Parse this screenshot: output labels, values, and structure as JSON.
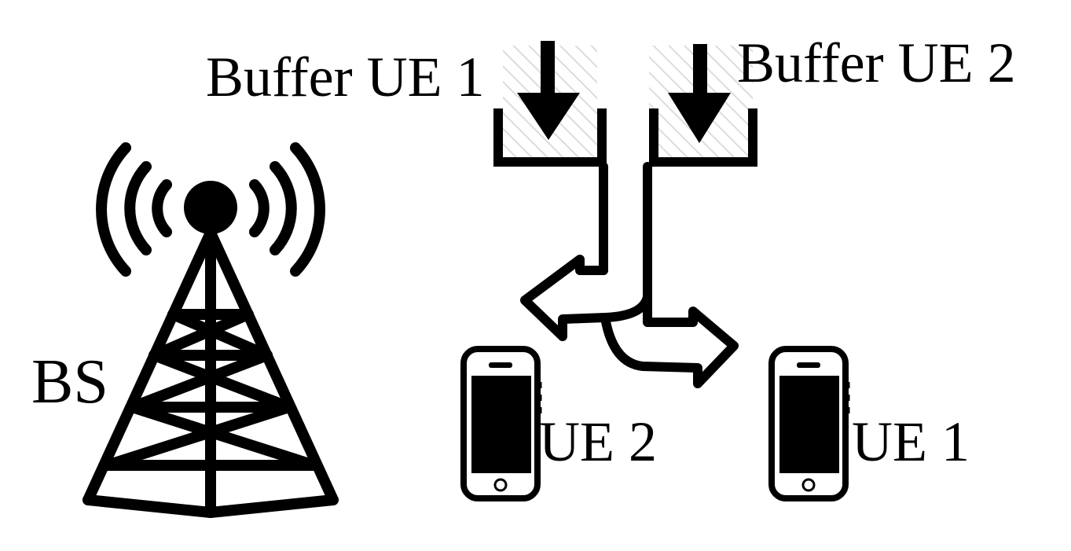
{
  "labels": {
    "bs": "BS",
    "buffer_ue1": "Buffer UE 1",
    "buffer_ue2": "Buffer UE 2",
    "ue2": "UE 2",
    "ue1": "UE 1"
  },
  "icons": {
    "base_station": "cell-tower-icon",
    "buffer": "queue-buffer-icon",
    "split": "split-arrow-icon",
    "device": "smartphone-icon"
  },
  "colors": {
    "ink": "#000000",
    "background": "#ffffff",
    "hatch": "#d9d9d9"
  }
}
